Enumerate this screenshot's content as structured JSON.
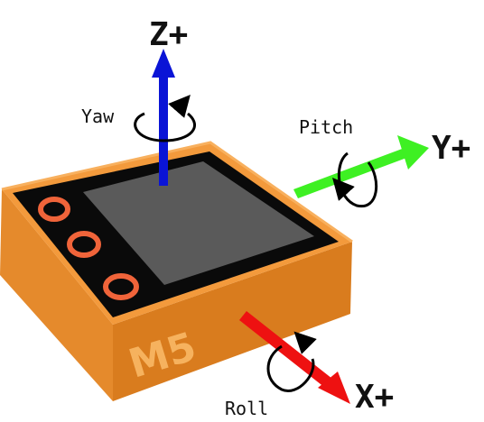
{
  "device": {
    "brand_text": "M5",
    "body_color": "#e58a2c",
    "body_dark_color": "#c86e16",
    "body_light_color": "#f6a548",
    "screen_frame_color": "#0a0a0a",
    "screen_color": "#5a5a5a",
    "button_ring_color": "#f0643a"
  },
  "axes": {
    "z": {
      "label": "Z+",
      "color": "#0a14d6"
    },
    "y": {
      "label": "Y+",
      "color": "#3ef023"
    },
    "x": {
      "label": "X+",
      "color": "#ee1111"
    }
  },
  "rotations": {
    "yaw": {
      "label": "Yaw",
      "icon": "rotation-arrow-icon"
    },
    "pitch": {
      "label": "Pitch",
      "icon": "rotation-arrow-icon"
    },
    "roll": {
      "label": "Roll",
      "icon": "rotation-arrow-icon"
    }
  }
}
